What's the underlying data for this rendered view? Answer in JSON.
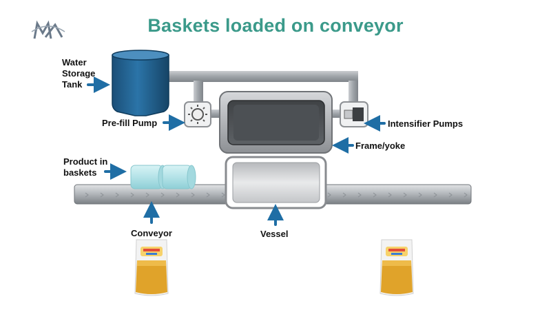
{
  "title": "Baskets loaded on conveyor",
  "labels": {
    "water_storage_tank": [
      "Water",
      "Storage",
      "Tank"
    ],
    "prefill_pump": "Pre-fill Pump",
    "intensifier_pumps": "Intensifier Pumps",
    "frame_yoke": "Frame/yoke",
    "product_in_baskets": [
      "Product in",
      "baskets"
    ],
    "conveyor": "Conveyor",
    "vessel": "Vessel"
  },
  "colors": {
    "title": "#3b9a8a",
    "arrow": "#1f6ea5",
    "tank": "#1e5f8e",
    "pipe": "#a9adb1",
    "frame": "#8a8c8f",
    "basket": "#b9e6ea",
    "pouch_fill": "#e0a32a"
  },
  "icons": {
    "logo": "university-logo-icon",
    "pump": "pump-sun-icon",
    "product": "juice-pouch-icon"
  }
}
